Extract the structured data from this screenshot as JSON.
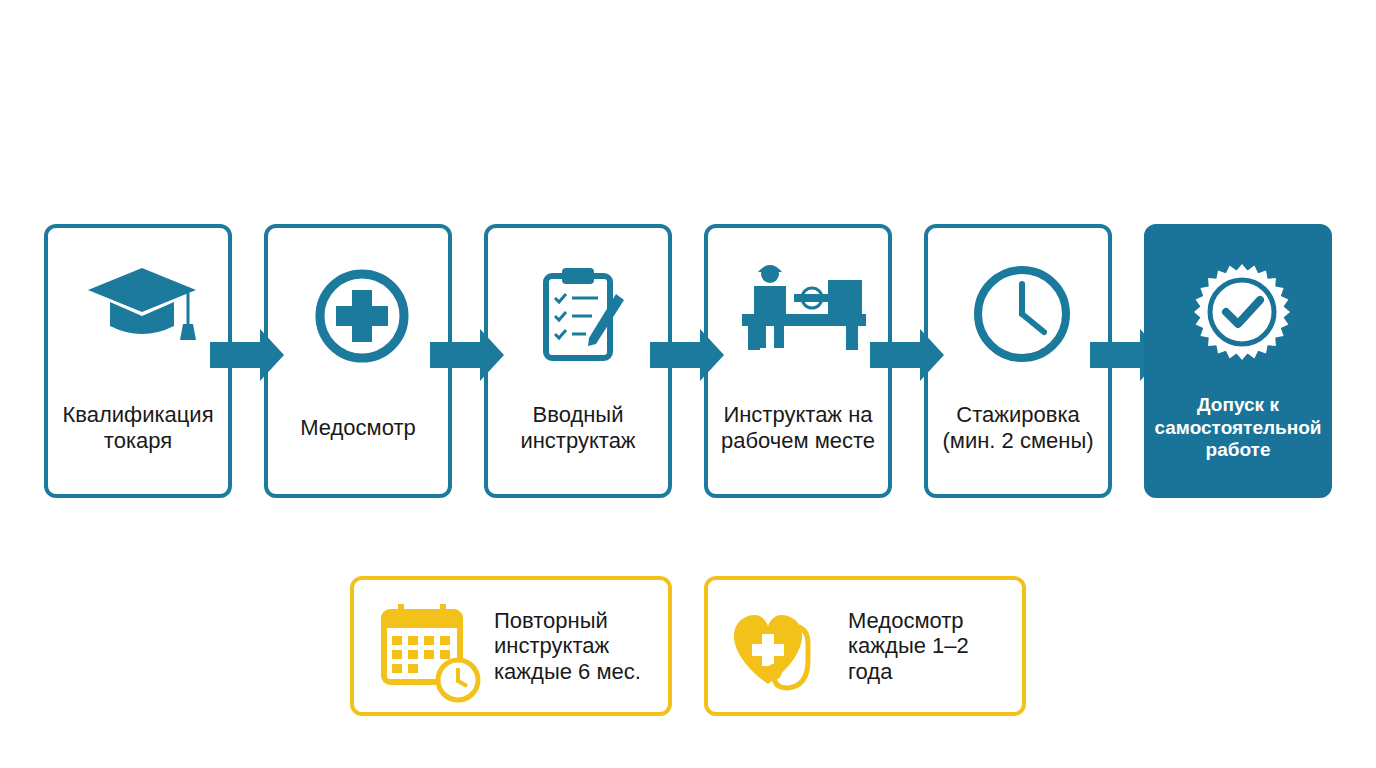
{
  "diagram": {
    "nodes": [
      {
        "text": [
          "Квалификация токаря"
        ]
      },
      {
        "text": [
          "Медосмотр"
        ]
      },
      {
        "text": [
          "Вводный инструктаж"
        ]
      },
      {
        "text": [
          "Инструктаж на рабочем месте"
        ]
      },
      {
        "text": [
          "Стажировка (мин. 2 смены)"
        ]
      },
      {
        "text": [
          "Допуск к самостоятельной работе"
        ]
      },
      {
        "text": [
          "Повторный инструктаж каждые 6 мес."
        ]
      },
      {
        "text": [
          "Медосмотр каждые 1–2 года"
        ]
      }
    ],
    "edges": [
      {
        "from": 0,
        "to": 1,
        "arrow": "to"
      },
      {
        "from": 1,
        "to": 2,
        "arrow": "to"
      },
      {
        "from": 2,
        "to": 3,
        "arrow": "to"
      },
      {
        "from": 3,
        "to": 4,
        "arrow": "to"
      },
      {
        "from": 4,
        "to": 5,
        "arrow": "to"
      }
    ]
  }
}
